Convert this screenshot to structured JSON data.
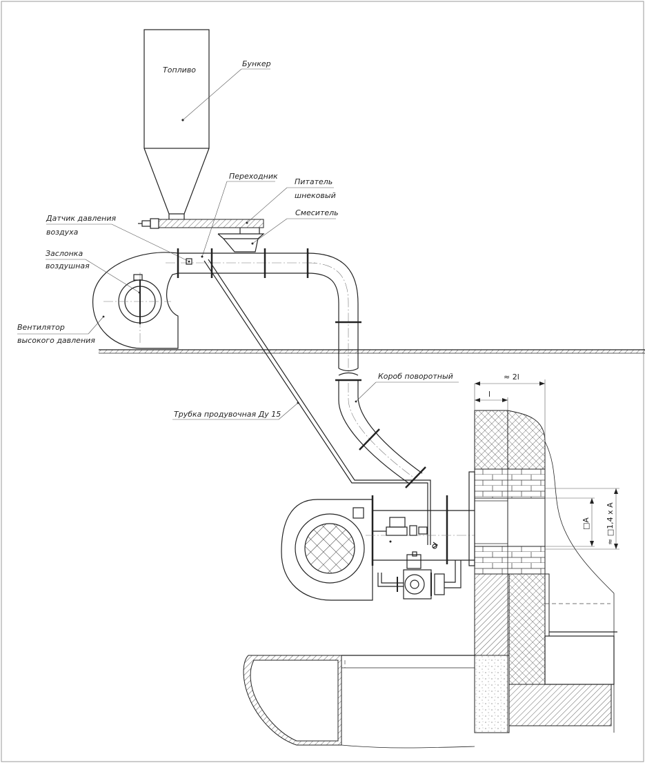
{
  "labels": {
    "fuel": "Топливо",
    "bunker": "Бункер",
    "adapter": "Переходник",
    "feeder_line1": "Питатель",
    "feeder_line2": "шнековый",
    "mixer": "Смеситель",
    "sensor_line1": "Датчик давления",
    "sensor_line2": "воздуха",
    "damper_line1": "Заслонка",
    "damper_line2": "воздушная",
    "fan_line1": "Вентилятор",
    "fan_line2": "высокого давления",
    "rotary_duct": "Короб поворотный",
    "purge_tube": "Трубка продувочная Ду 15"
  },
  "dimensions": {
    "wall_width": "≈ 2l",
    "inner_width": "l",
    "opening": "□A",
    "opening_outer": "≈ □1,4 x A"
  },
  "colors": {
    "line": "#222222",
    "hatch": "#333333",
    "background": "#ffffff"
  }
}
